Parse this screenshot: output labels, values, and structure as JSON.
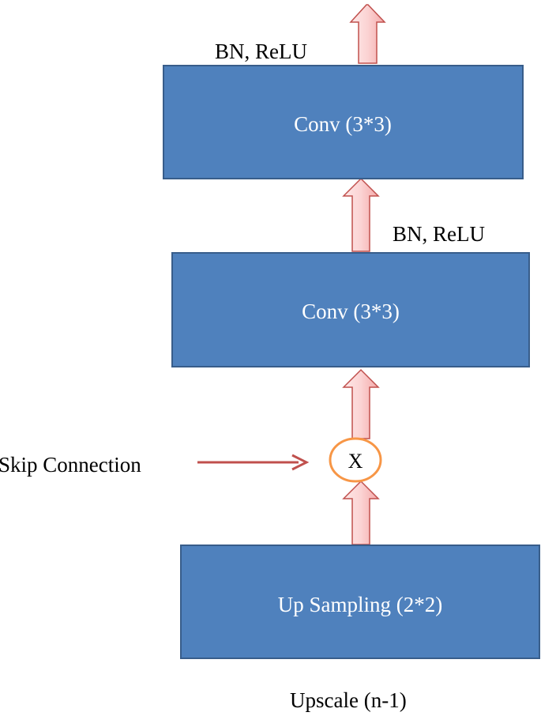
{
  "colors": {
    "block_fill": "#4f81bd",
    "block_stroke": "#385d8a",
    "arrow_fill_light": "#fde8e8",
    "arrow_fill_dark": "#f4a9a9",
    "arrow_stroke": "#c0504d",
    "node_stroke": "#f79646",
    "skip_arrow": "#c0504d"
  },
  "blocks": {
    "conv_top": {
      "label": "Conv (3*3)"
    },
    "conv_mid": {
      "label": "Conv (3*3)"
    },
    "upsampling": {
      "label": "Up Sampling  (2*2)"
    }
  },
  "labels": {
    "bn_relu_top": "BN, ReLU",
    "bn_relu_mid": "BN, ReLU",
    "skip_connection": "Skip Connection",
    "upscale": "Upscale (n-1)"
  },
  "multiply_node": {
    "symbol": "X"
  }
}
